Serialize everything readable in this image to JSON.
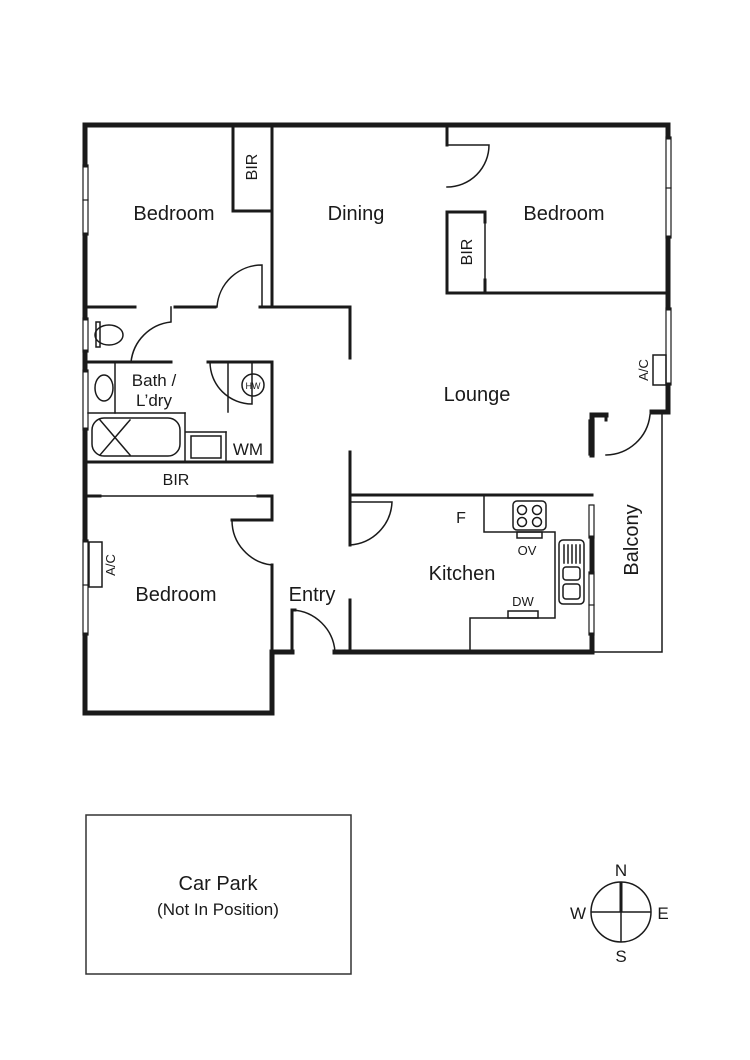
{
  "rooms": {
    "bedroom_nw": "Bedroom",
    "bir_nw": "BIR",
    "dining": "Dining",
    "bedroom_ne": "Bedroom",
    "bir_ne": "BIR",
    "bath_line1": "Bath /",
    "bath_line2": "L’dry",
    "hw": "HW",
    "wm": "WM",
    "bir_mid": "BIR",
    "lounge": "Lounge",
    "ac_east": "A/C",
    "balcony": "Balcony",
    "fridge": "F",
    "oven": "OV",
    "kitchen": "Kitchen",
    "dishwasher": "DW",
    "ac_west": "A/C",
    "bedroom_sw": "Bedroom",
    "entry": "Entry"
  },
  "car_park": {
    "title": "Car Park",
    "subtitle": "(Not In Position)"
  },
  "compass": {
    "n": "N",
    "s": "S",
    "e": "E",
    "w": "W"
  }
}
